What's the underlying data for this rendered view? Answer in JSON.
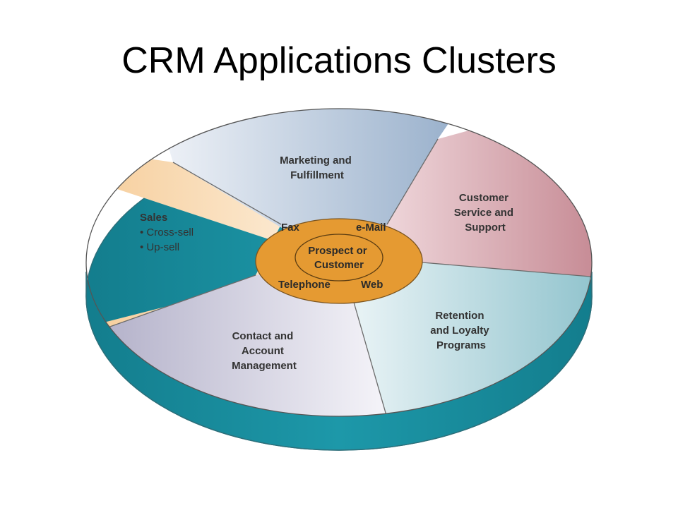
{
  "slide": {
    "title": "CRM Applications Clusters"
  },
  "diagram": {
    "colors": {
      "base_side": "#1a8a9a",
      "base_outline": "#2c6f7a",
      "hub_fill": "#e59a32",
      "hub_stroke": "#7a5420",
      "divider": "#6b6b6b",
      "sales": "#f0b870",
      "marketing": "#9fb4cc",
      "service": "#c98b94",
      "retention": "#8fc3cc",
      "contact": "#9a98b8"
    },
    "segments": {
      "marketing": {
        "lines": [
          "Marketing and",
          "Fulfillment"
        ]
      },
      "service": {
        "lines": [
          "Customer",
          "Service and",
          "Support"
        ]
      },
      "retention": {
        "lines": [
          "Retention",
          "and Loyalty",
          "Programs"
        ]
      },
      "contact": {
        "lines": [
          "Contact and",
          "Account",
          "Management"
        ]
      },
      "sales": {
        "title": "Sales",
        "bullets": [
          "• Cross-sell",
          "• Up-sell"
        ]
      }
    },
    "channels": {
      "fax": "Fax",
      "email": "e-Mail",
      "telephone": "Telephone",
      "web": "Web"
    },
    "core": {
      "lines": [
        "Prospect or",
        "Customer"
      ]
    }
  }
}
